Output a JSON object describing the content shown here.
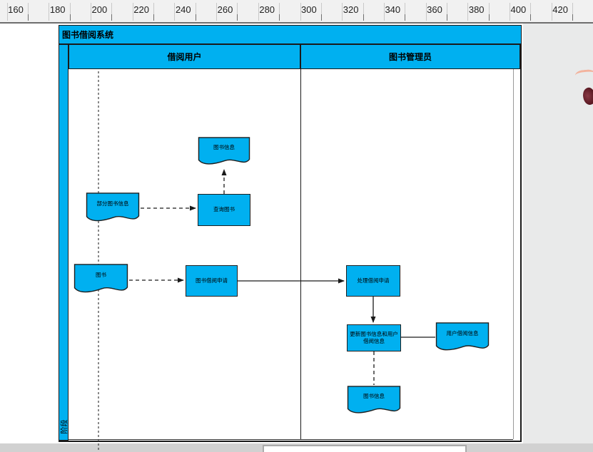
{
  "ruler": {
    "labels": [
      "160",
      "180",
      "200",
      "220",
      "240",
      "260",
      "280",
      "300",
      "320",
      "340",
      "360",
      "380",
      "400",
      "420"
    ]
  },
  "diagram": {
    "title": "图书借阅系统",
    "phase_label": "阶段",
    "lanes": [
      {
        "label": "借阅用户"
      },
      {
        "label": "图书管理员"
      }
    ],
    "shapes": {
      "doc_book_info_top": {
        "type": "document",
        "label": "图书信息"
      },
      "rect_query_book": {
        "type": "process",
        "label": "查询图书"
      },
      "doc_partial_book_info": {
        "type": "document",
        "label": "部分图书信息"
      },
      "doc_book": {
        "type": "document",
        "label": "图书"
      },
      "rect_borrow_request": {
        "type": "process",
        "label": "图书借阅申请"
      },
      "rect_handle_request": {
        "type": "process",
        "label": "处理借阅申请"
      },
      "rect_update_info": {
        "type": "process",
        "label": "更新图书信息和用户借阅信息"
      },
      "doc_user_borrow_info": {
        "type": "document",
        "label": "用户借阅信息"
      },
      "doc_book_info_bottom": {
        "type": "document",
        "label": "图书信息"
      }
    },
    "colors": {
      "shape_fill": "#00b0f0",
      "shape_border": "#1f1f1f",
      "connector": "#1a1a1a"
    }
  }
}
